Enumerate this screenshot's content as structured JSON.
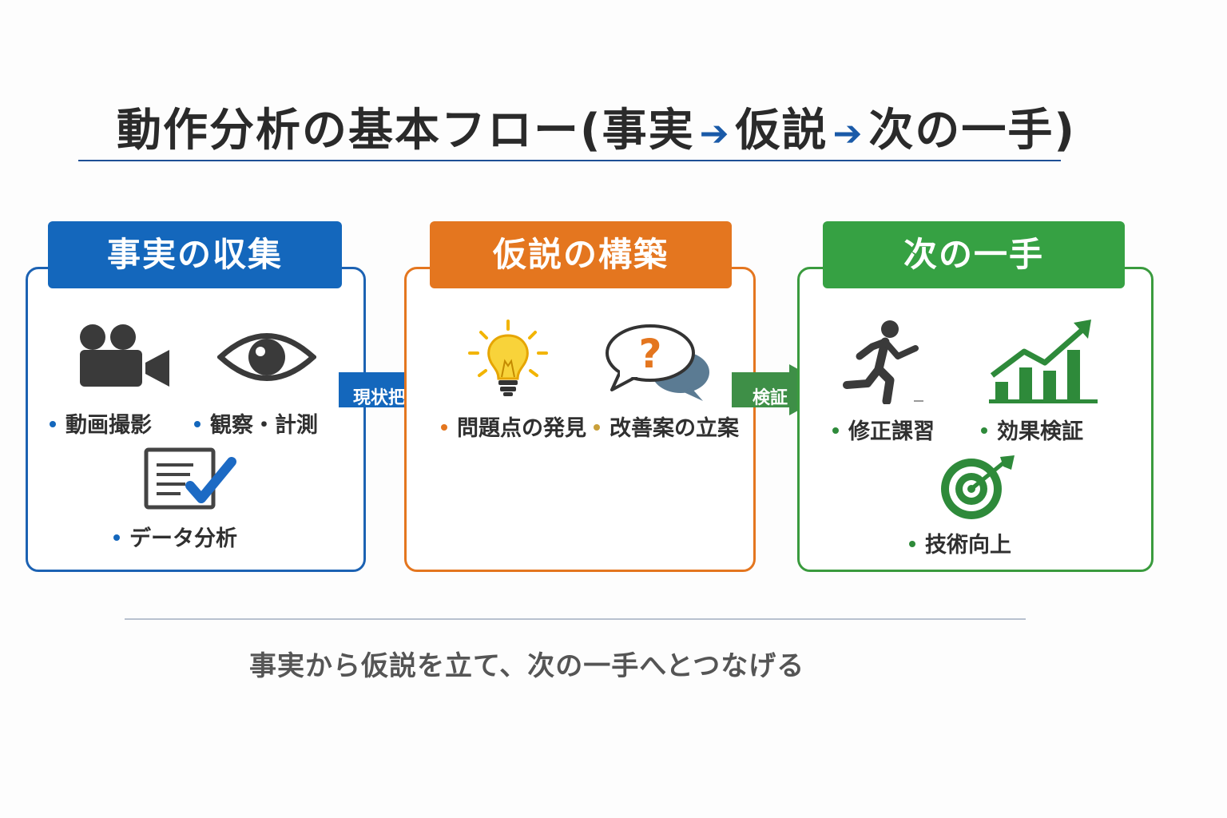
{
  "title": {
    "part1": "動作分析の基本フロー(事実",
    "arrow1": "➔",
    "part2": "仮説",
    "arrow2": "➔",
    "part3": "次の一手)"
  },
  "panels": [
    {
      "header": "事実の収集",
      "color": "#1467bc",
      "items": [
        "動画撮影",
        "観察・計測",
        "データ分析"
      ],
      "icons": [
        "video-camera-icon",
        "eye-icon",
        "checklist-icon"
      ]
    },
    {
      "header": "仮説の構築",
      "color": "#e4761f",
      "items": [
        "問題点の発見",
        "改善案の立案"
      ],
      "icons": [
        "light-bulb-icon",
        "question-speech-bubble-icon"
      ]
    },
    {
      "header": "次の一手",
      "color": "#36a143",
      "items": [
        "修正課習",
        "効果検証",
        "技術向上"
      ],
      "icons": [
        "running-person-icon",
        "growth-chart-icon",
        "target-icon"
      ]
    }
  ],
  "arrows": [
    {
      "label": "現状把握",
      "color": "#1467bc"
    },
    {
      "label": "検証",
      "color": "#3e8f47"
    }
  ],
  "caption": "事実から仮説を立て、次の一手へとつなげる"
}
